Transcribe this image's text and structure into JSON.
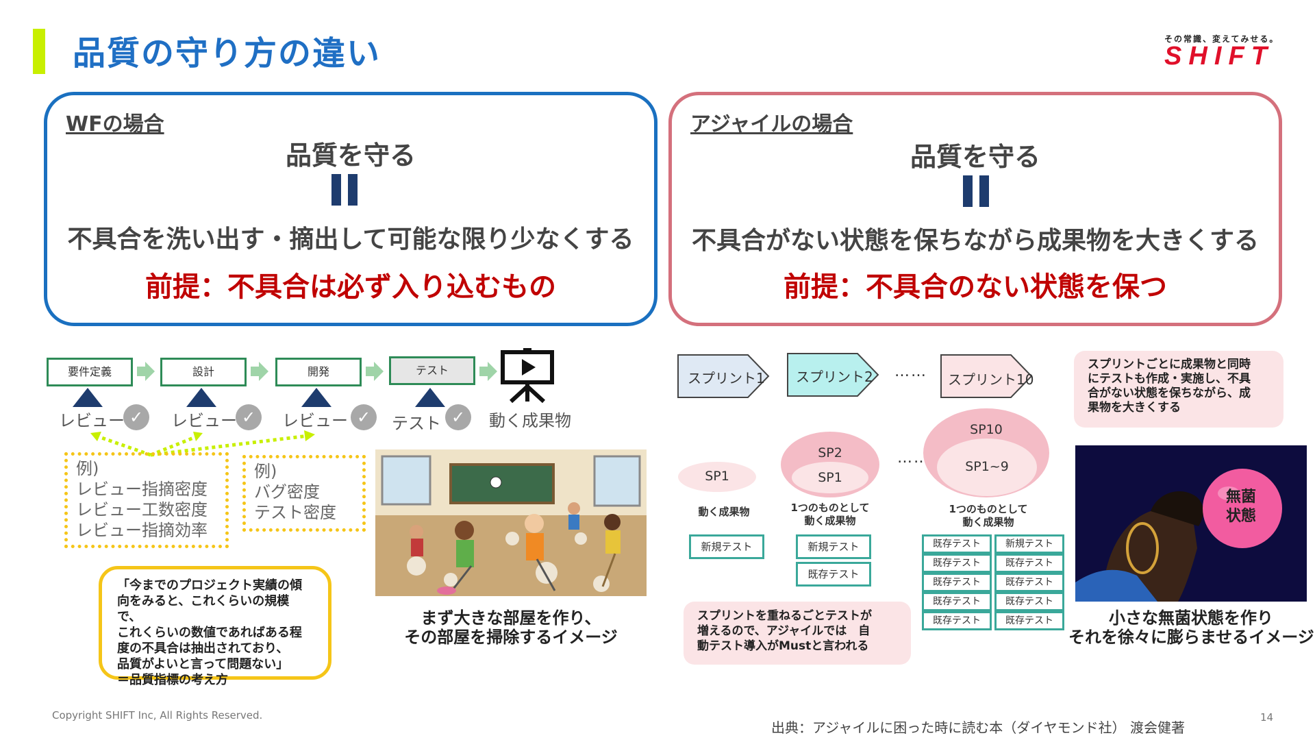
{
  "header": {
    "title": "品質の守り方の違い",
    "logo_tagline": "その常識、変えてみせる。",
    "logo_text": "SHIFT",
    "brand_red": "#e0102a",
    "accent_color": "#c8ef00"
  },
  "wf_panel": {
    "heading": "WFの場合",
    "line1": "品質を守る",
    "line2": "不具合を洗い出す・摘出して可能な限り少なくする",
    "premise": "前提：不具合は必ず入り込むもの",
    "border_color": "#1a70c0"
  },
  "agile_panel": {
    "heading": "アジャイルの場合",
    "line1": "品質を守る",
    "line2": "不具合がない状態を保ちながら成果物を大きくする",
    "premise": "前提：不具合のない状態を保つ",
    "border_color": "#d4707c"
  },
  "wf_flow": {
    "phases": [
      "要件定義",
      "設計",
      "開発",
      "テスト"
    ],
    "checks": [
      "レビュー",
      "レビュー",
      "レビュー",
      "テスト"
    ],
    "output_label": "動く成果物",
    "example1": {
      "title": "例)",
      "items": [
        "レビュー指摘密度",
        "レビュー工数密度",
        "レビュー指摘効率"
      ]
    },
    "example2": {
      "title": "例)",
      "items": [
        "バグ密度",
        "テスト密度"
      ]
    },
    "quote_lines": [
      "「今までのプロジェクト実績の傾",
      "向をみると、これくらいの規模で、",
      "これくらいの数値であればある程",
      "度の不具合は抽出されており、",
      "品質がよいと言って問題ない」",
      "＝品質指標の考え方"
    ],
    "image_caption_1": "まず大きな部屋を作り、",
    "image_caption_2": "その部屋を掃除するイメージ"
  },
  "agile_flow": {
    "sprints": [
      "スプリント1",
      "スプリント2",
      "スプリント10"
    ],
    "dots": "……",
    "sp1_label": "SP1",
    "sp2_outer": "SP2",
    "sp2_inner": "SP1",
    "sp10_outer": "SP10",
    "sp10_inner": "SP1~9",
    "caption_sp1": "動く成果物",
    "caption_sp2": [
      "1つのものとして",
      "動く成果物"
    ],
    "caption_sp10": [
      "1つのものとして",
      "動く成果物"
    ],
    "new_test": "新規テスト",
    "existing_test": "既存テスト",
    "info_box": [
      "スプリントごとに成果物と同時",
      "にテストも作成・実施し、不具",
      "合がない状態を保ちながら、成",
      "果物を大きくする"
    ],
    "note_box": [
      "スプリントを重ねるごとテストが",
      "増えるので、アジャイルでは　自",
      "動テスト導入がMustと言われる"
    ],
    "bubble_text": [
      "無菌",
      "状態"
    ],
    "image_caption_1": "小さな無菌状態を作り",
    "image_caption_2": "それを徐々に膨らませるイメージ"
  },
  "footer": {
    "copyright": "Copyright SHIFT Inc, All Rights Reserved.",
    "source": "出典：アジャイルに困った時に読む本（ダイヤモンド社） 渡会健著",
    "page": "14"
  }
}
